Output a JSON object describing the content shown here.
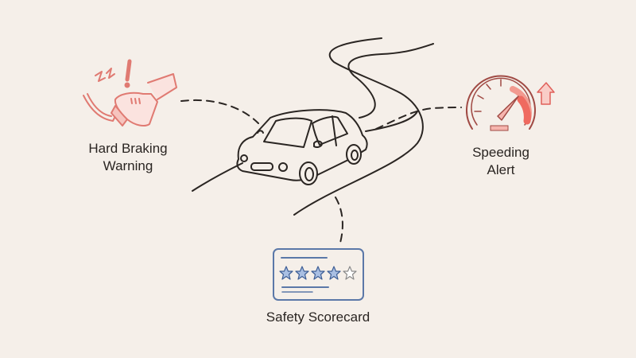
{
  "diagram": {
    "center": {
      "name": "car-on-road",
      "description": "Car driving on a winding road"
    },
    "nodes": [
      {
        "id": "hard-braking",
        "line1": "Hard Braking",
        "line2": "Warning",
        "icon": "foot-on-brake-pedal-icon",
        "accent": "#e07a72"
      },
      {
        "id": "speeding",
        "line1": "Speeding",
        "line2": "Alert",
        "icon": "speedometer-icon",
        "accent": "#e8645c"
      },
      {
        "id": "scorecard",
        "line1": "Safety Scorecard",
        "icon": "star-rating-card-icon",
        "accent": "#5b7fb8",
        "rating": 4,
        "max_rating": 5
      }
    ],
    "connectors": "dashed"
  },
  "colors": {
    "background": "#f5efe9",
    "ink": "#2a2522",
    "warning": "#e07a72",
    "star_fill": "#a9bfe3",
    "card_border": "#5b78a8"
  }
}
